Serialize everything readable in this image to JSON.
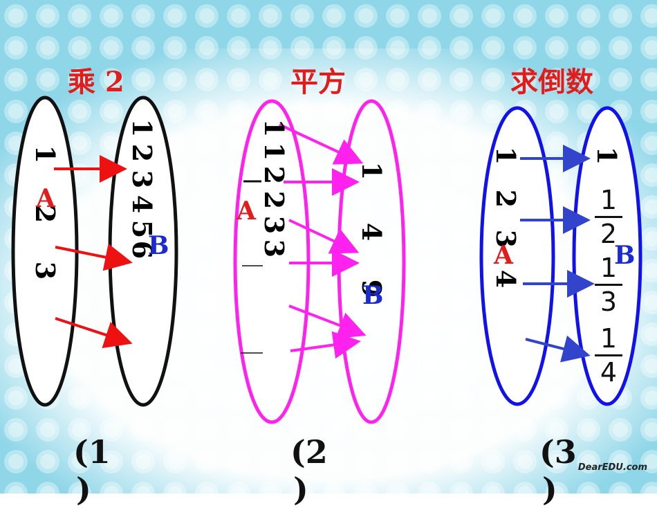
{
  "titles": {
    "t1": "乘 2",
    "t2": "平方",
    "t3": "求倒数"
  },
  "set_labels": {
    "A": "A",
    "B": "B"
  },
  "diagram1": {
    "A": [
      "1",
      "2",
      "3"
    ],
    "B": [
      "1",
      "2",
      "3",
      "4",
      "5",
      "6"
    ]
  },
  "diagram2": {
    "A": [
      "1",
      "1",
      "2",
      "2",
      "3",
      "3"
    ],
    "B": [
      "1",
      "4",
      "9"
    ]
  },
  "diagram3": {
    "A": [
      "1",
      "2",
      "3",
      "4"
    ],
    "B_int": "1",
    "B_fracs": [
      {
        "num": "1",
        "den": "2"
      },
      {
        "num": "1",
        "den": "3"
      },
      {
        "num": "1",
        "den": "4"
      }
    ]
  },
  "captions": {
    "c1": "(1",
    "c2": "(2",
    "c3": "(3",
    "tail": ")"
  },
  "watermark": "DearEDU.com",
  "colors": {
    "title": "#e21b1b",
    "labelA": "#e21b1b",
    "labelB": "#1a2bd6",
    "arrow1": "#ee1111",
    "arrow2": "#ff22ee",
    "arrow3": "#3344cc",
    "ellipse2": "#ff22ee",
    "ellipse3": "#1111ee"
  }
}
